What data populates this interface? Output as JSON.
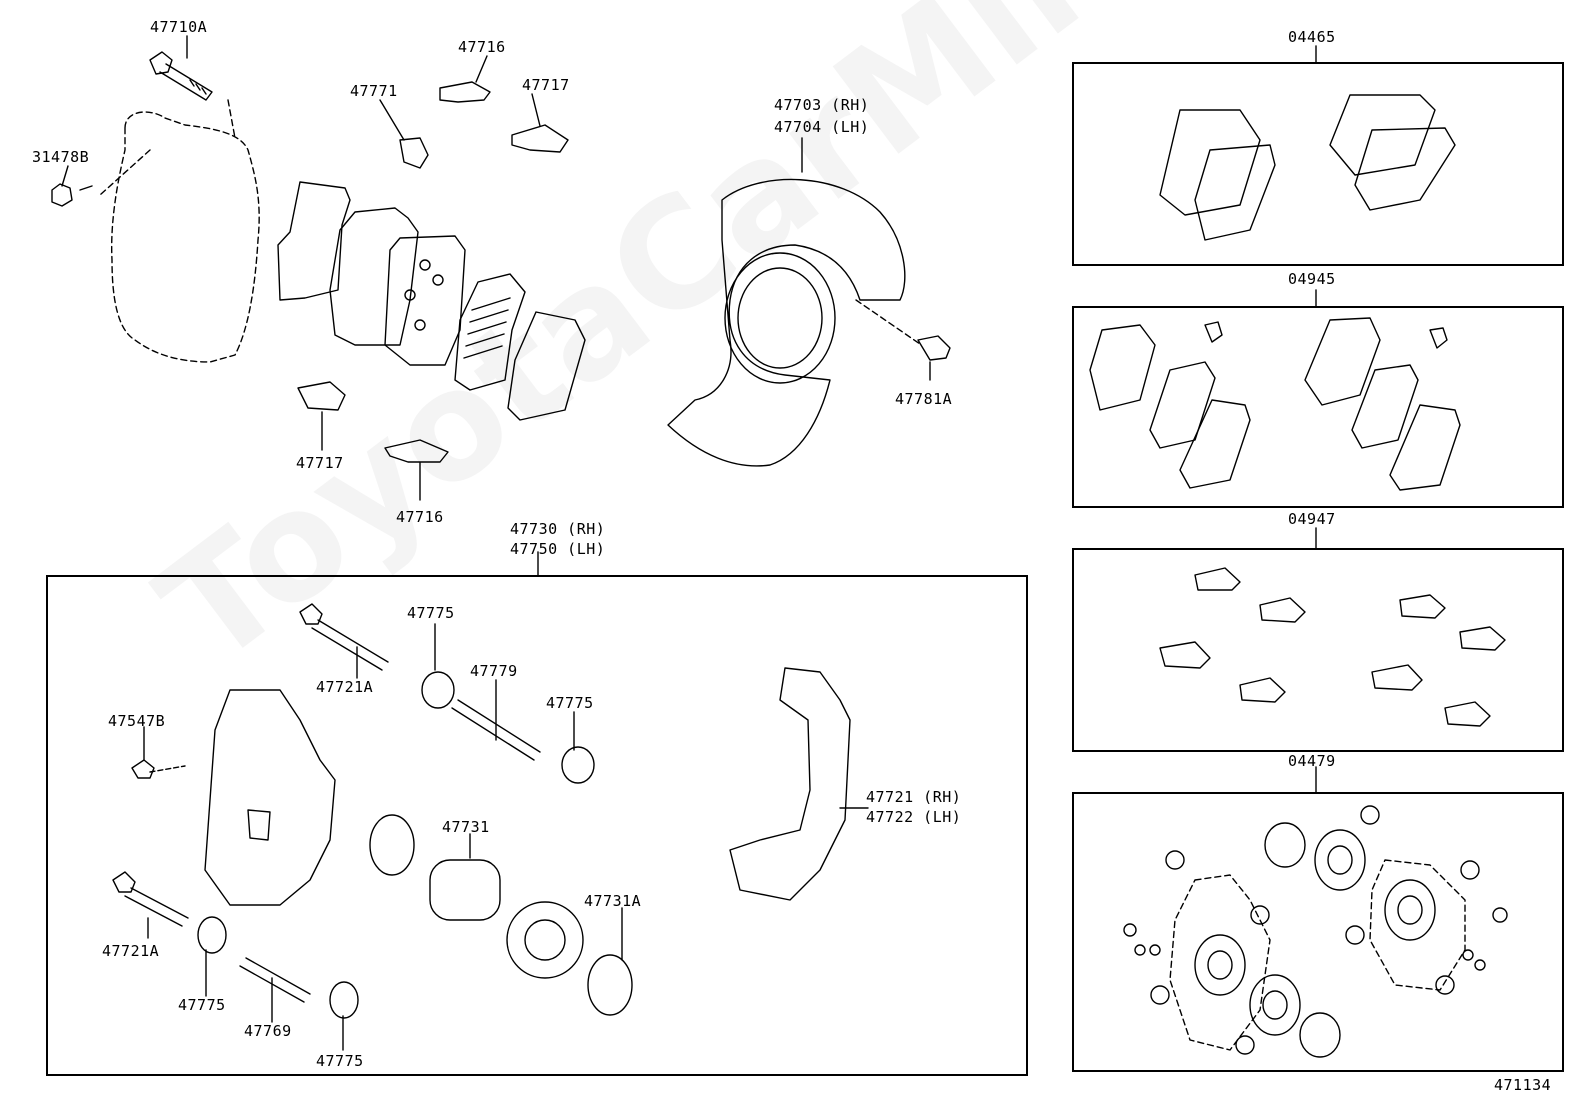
{
  "diagram_number": "471134",
  "watermark": "ToyotaCarMine.ru",
  "labels": {
    "p47710A": "47710A",
    "p31478B": "31478B",
    "p47716_top": "47716",
    "p47771": "47771",
    "p47717_top": "47717",
    "p47703": "47703 (RH)",
    "p47704": "47704 (LH)",
    "p47781A": "47781A",
    "p47717_bot": "47717",
    "p47716_bot": "47716",
    "p47730": "47730 (RH)",
    "p47750": "47750 (LH)",
    "p47775_a": "47775",
    "p47721A_top": "47721A",
    "p47779": "47779",
    "p47775_b": "47775",
    "p47547B": "47547B",
    "p47731": "47731",
    "p47721": "47721 (RH)",
    "p47722": "47722 (LH)",
    "p47731A": "47731A",
    "p47721A_bot": "47721A",
    "p47775_c": "47775",
    "p47769": "47769",
    "p47775_d": "47775"
  },
  "kits": {
    "k04465": "04465",
    "k04945": "04945",
    "k04947": "04947",
    "k04479": "04479"
  }
}
